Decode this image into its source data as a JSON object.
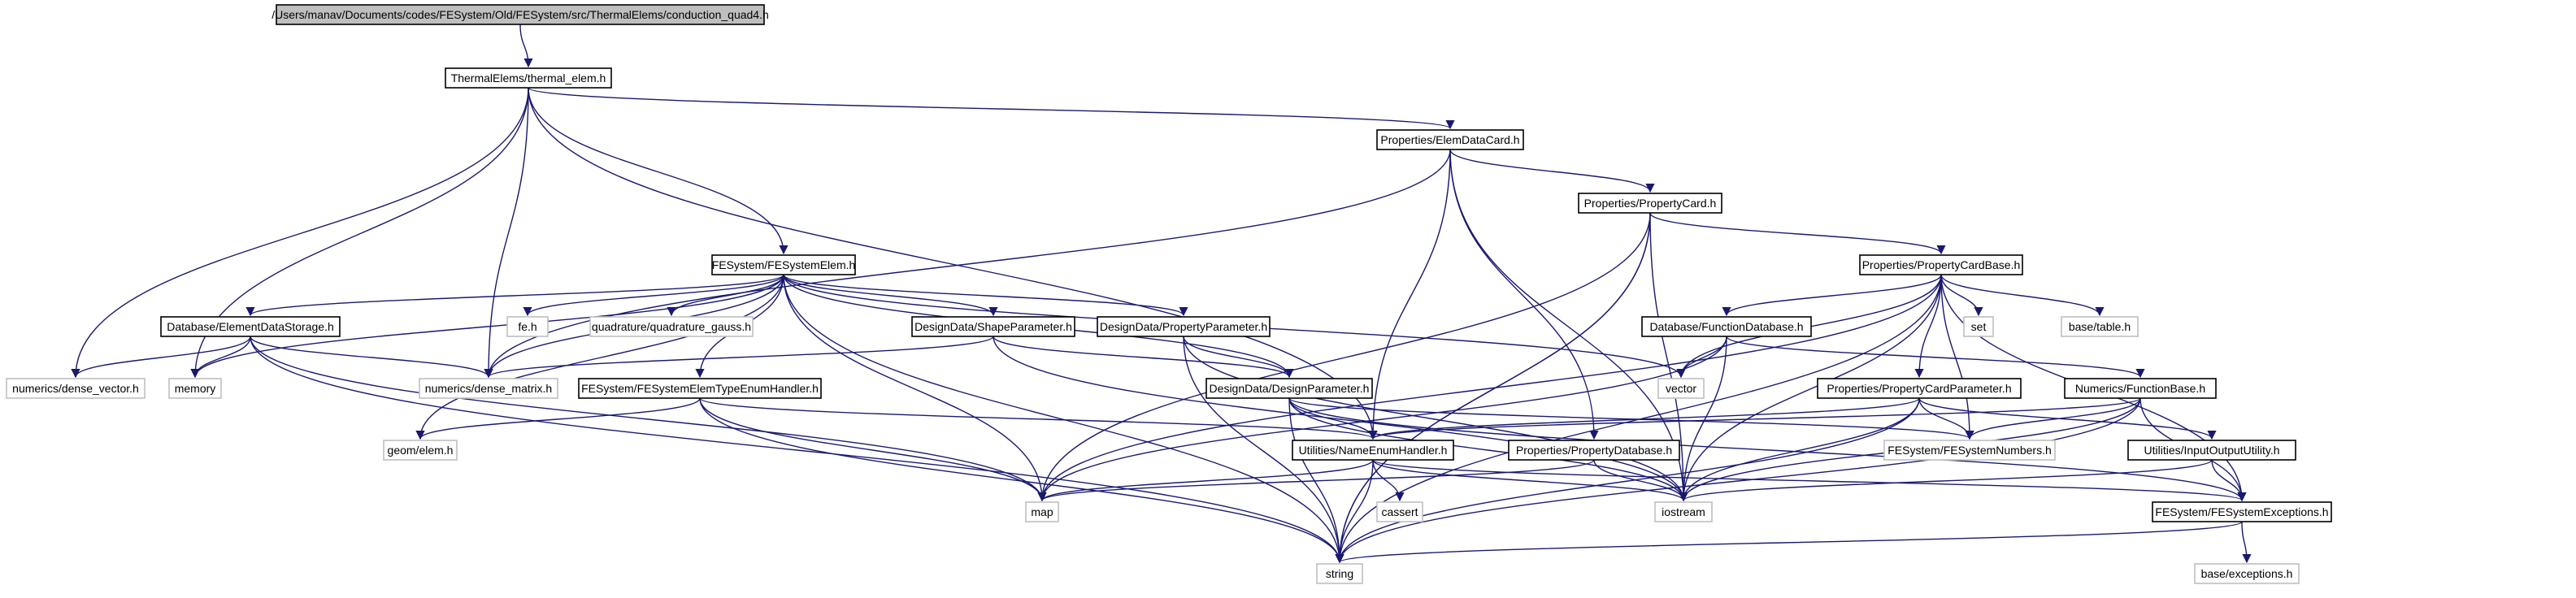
{
  "diagram": {
    "type": "include-dependency-graph",
    "colors": {
      "root_fill": "#bfbfbf",
      "node_fill": "#ffffff",
      "documented_border": "#000000",
      "undocumented_border": "#bfbfbf",
      "edge": "#191970"
    },
    "nodes": [
      {
        "id": "root",
        "label": "/Users/manav/Documents/codes/FESystem/Old/FESystem/src/ThermalElems/conduction_quad4.h",
        "kind": "root"
      },
      {
        "id": "thermal",
        "label": "ThermalElems/thermal_elem.h",
        "kind": "documented"
      },
      {
        "id": "elemdatacard",
        "label": "Properties/ElemDataCard.h",
        "kind": "documented"
      },
      {
        "id": "propertycard",
        "label": "Properties/PropertyCard.h",
        "kind": "documented"
      },
      {
        "id": "fesystemelem",
        "label": "FESystem/FESystemElem.h",
        "kind": "documented"
      },
      {
        "id": "propertycardbase",
        "label": "Properties/PropertyCardBase.h",
        "kind": "documented"
      },
      {
        "id": "elemdatastorage",
        "label": "Database/ElementDataStorage.h",
        "kind": "documented"
      },
      {
        "id": "fe_h",
        "label": "fe.h",
        "kind": "undocumented"
      },
      {
        "id": "quadrature",
        "label": "quadrature/quadrature_gauss.h",
        "kind": "undocumented"
      },
      {
        "id": "shapeparam",
        "label": "DesignData/ShapeParameter.h",
        "kind": "documented"
      },
      {
        "id": "propparam",
        "label": "DesignData/PropertyParameter.h",
        "kind": "documented"
      },
      {
        "id": "funcdb",
        "label": "Database/FunctionDatabase.h",
        "kind": "documented"
      },
      {
        "id": "set",
        "label": "set",
        "kind": "undocumented"
      },
      {
        "id": "tableh",
        "label": "base/table.h",
        "kind": "undocumented"
      },
      {
        "id": "densevec",
        "label": "numerics/dense_vector.h",
        "kind": "undocumented"
      },
      {
        "id": "memory",
        "label": "memory",
        "kind": "undocumented"
      },
      {
        "id": "densemat",
        "label": "numerics/dense_matrix.h",
        "kind": "undocumented"
      },
      {
        "id": "elemtypeenum",
        "label": "FESystem/FESystemElemTypeEnumHandler.h",
        "kind": "documented"
      },
      {
        "id": "designparam",
        "label": "DesignData/DesignParameter.h",
        "kind": "documented"
      },
      {
        "id": "vector",
        "label": "vector",
        "kind": "undocumented"
      },
      {
        "id": "propcardparam",
        "label": "Properties/PropertyCardParameter.h",
        "kind": "documented"
      },
      {
        "id": "funcbase",
        "label": "Numerics/FunctionBase.h",
        "kind": "documented"
      },
      {
        "id": "geomelem",
        "label": "geom/elem.h",
        "kind": "undocumented"
      },
      {
        "id": "nameenum",
        "label": "Utilities/NameEnumHandler.h",
        "kind": "documented"
      },
      {
        "id": "propdb",
        "label": "Properties/PropertyDatabase.h",
        "kind": "documented"
      },
      {
        "id": "fenumbers",
        "label": "FESystem/FESystemNumbers.h",
        "kind": "undocumented"
      },
      {
        "id": "inputoutput",
        "label": "Utilities/InputOutputUtility.h",
        "kind": "documented"
      },
      {
        "id": "map",
        "label": "map",
        "kind": "undocumented"
      },
      {
        "id": "cassert",
        "label": "cassert",
        "kind": "undocumented"
      },
      {
        "id": "iostream",
        "label": "iostream",
        "kind": "undocumented"
      },
      {
        "id": "exceptions",
        "label": "FESystem/FESystemExceptions.h",
        "kind": "documented"
      },
      {
        "id": "string",
        "label": "string",
        "kind": "undocumented"
      },
      {
        "id": "baseexc",
        "label": "base/exceptions.h",
        "kind": "undocumented"
      }
    ],
    "edges": [
      [
        "root",
        "thermal"
      ],
      [
        "thermal",
        "elemdatacard"
      ],
      [
        "thermal",
        "fesystemelem"
      ],
      [
        "thermal",
        "densevec"
      ],
      [
        "thermal",
        "memory"
      ],
      [
        "thermal",
        "densemat"
      ],
      [
        "thermal",
        "nameenum"
      ],
      [
        "elemdatacard",
        "propertycard"
      ],
      [
        "elemdatacard",
        "propdb"
      ],
      [
        "elemdatacard",
        "nameenum"
      ],
      [
        "elemdatacard",
        "iostream"
      ],
      [
        "elemdatacard",
        "densemat"
      ],
      [
        "propertycard",
        "propertycardbase"
      ],
      [
        "propertycard",
        "map"
      ],
      [
        "propertycard",
        "iostream"
      ],
      [
        "propertycard",
        "string"
      ],
      [
        "fesystemelem",
        "elemdatastorage"
      ],
      [
        "fesystemelem",
        "fe_h"
      ],
      [
        "fesystemelem",
        "quadrature"
      ],
      [
        "fesystemelem",
        "shapeparam"
      ],
      [
        "fesystemelem",
        "propparam"
      ],
      [
        "fesystemelem",
        "densemat"
      ],
      [
        "fesystemelem",
        "elemtypeenum"
      ],
      [
        "fesystemelem",
        "designparam"
      ],
      [
        "fesystemelem",
        "vector"
      ],
      [
        "fesystemelem",
        "memory"
      ],
      [
        "fesystemelem",
        "map"
      ],
      [
        "fesystemelem",
        "string"
      ],
      [
        "fesystemelem",
        "geomelem"
      ],
      [
        "propertycardbase",
        "funcdb"
      ],
      [
        "propertycardbase",
        "set"
      ],
      [
        "propertycardbase",
        "tableh"
      ],
      [
        "propertycardbase",
        "vector"
      ],
      [
        "propertycardbase",
        "propcardparam"
      ],
      [
        "propertycardbase",
        "fenumbers"
      ],
      [
        "propertycardbase",
        "map"
      ],
      [
        "propertycardbase",
        "iostream"
      ],
      [
        "propertycardbase",
        "exceptions"
      ],
      [
        "propertycardbase",
        "string"
      ],
      [
        "elemdatastorage",
        "densevec"
      ],
      [
        "elemdatastorage",
        "densemat"
      ],
      [
        "elemdatastorage",
        "memory"
      ],
      [
        "elemdatastorage",
        "map"
      ],
      [
        "elemdatastorage",
        "string"
      ],
      [
        "shapeparam",
        "designparam"
      ],
      [
        "shapeparam",
        "densemat"
      ],
      [
        "shapeparam",
        "iostream"
      ],
      [
        "propparam",
        "designparam"
      ],
      [
        "propparam",
        "iostream"
      ],
      [
        "propparam",
        "string"
      ],
      [
        "funcdb",
        "funcbase"
      ],
      [
        "funcdb",
        "vector"
      ],
      [
        "funcdb",
        "map"
      ],
      [
        "funcdb",
        "iostream"
      ],
      [
        "elemtypeenum",
        "nameenum"
      ],
      [
        "elemtypeenum",
        "geomelem"
      ],
      [
        "elemtypeenum",
        "map"
      ],
      [
        "elemtypeenum",
        "string"
      ],
      [
        "designparam",
        "nameenum"
      ],
      [
        "designparam",
        "fenumbers"
      ],
      [
        "designparam",
        "exceptions"
      ],
      [
        "designparam",
        "iostream"
      ],
      [
        "designparam",
        "string"
      ],
      [
        "propcardparam",
        "fenumbers"
      ],
      [
        "propcardparam",
        "inputoutput"
      ],
      [
        "propcardparam",
        "iostream"
      ],
      [
        "propcardparam",
        "string"
      ],
      [
        "propcardparam",
        "nameenum"
      ],
      [
        "funcbase",
        "fenumbers"
      ],
      [
        "funcbase",
        "exceptions"
      ],
      [
        "funcbase",
        "iostream"
      ],
      [
        "funcbase",
        "string"
      ],
      [
        "funcbase",
        "nameenum"
      ],
      [
        "nameenum",
        "map"
      ],
      [
        "nameenum",
        "cassert"
      ],
      [
        "nameenum",
        "iostream"
      ],
      [
        "nameenum",
        "string"
      ],
      [
        "nameenum",
        "exceptions"
      ],
      [
        "propdb",
        "map"
      ],
      [
        "propdb",
        "iostream"
      ],
      [
        "inputoutput",
        "exceptions"
      ],
      [
        "inputoutput",
        "iostream"
      ],
      [
        "exceptions",
        "string"
      ],
      [
        "exceptions",
        "baseexc"
      ],
      [
        "propertycard",
        "string"
      ]
    ]
  }
}
